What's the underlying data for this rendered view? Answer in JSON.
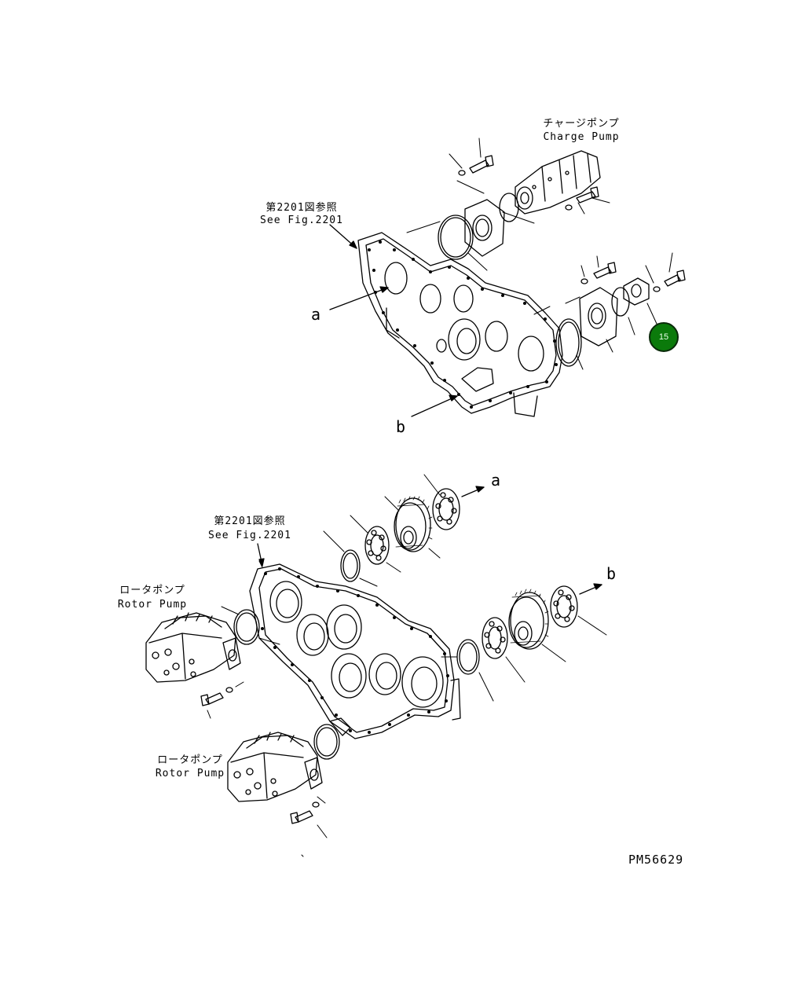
{
  "labels": {
    "charge_pump_jp": "チャージポンプ",
    "charge_pump_en": "Charge Pump",
    "see_fig_top_jp": "第2201図参照",
    "see_fig_top_en": "See Fig.2201",
    "see_fig_bottom_jp": "第2201図参照",
    "see_fig_bottom_en": "See Fig.2201",
    "rotor_pump_1_jp": "ロータポンプ",
    "rotor_pump_1_en": "Rotor Pump",
    "rotor_pump_2_jp": "ロータポンプ",
    "rotor_pump_2_en": "Rotor Pump",
    "ref_a_top": "a",
    "ref_b_top": "b",
    "ref_a_bottom": "a",
    "ref_b_bottom": "b",
    "drawing_number": "PM56629"
  },
  "callout": {
    "number": "15",
    "color": "#0b7a0b"
  }
}
